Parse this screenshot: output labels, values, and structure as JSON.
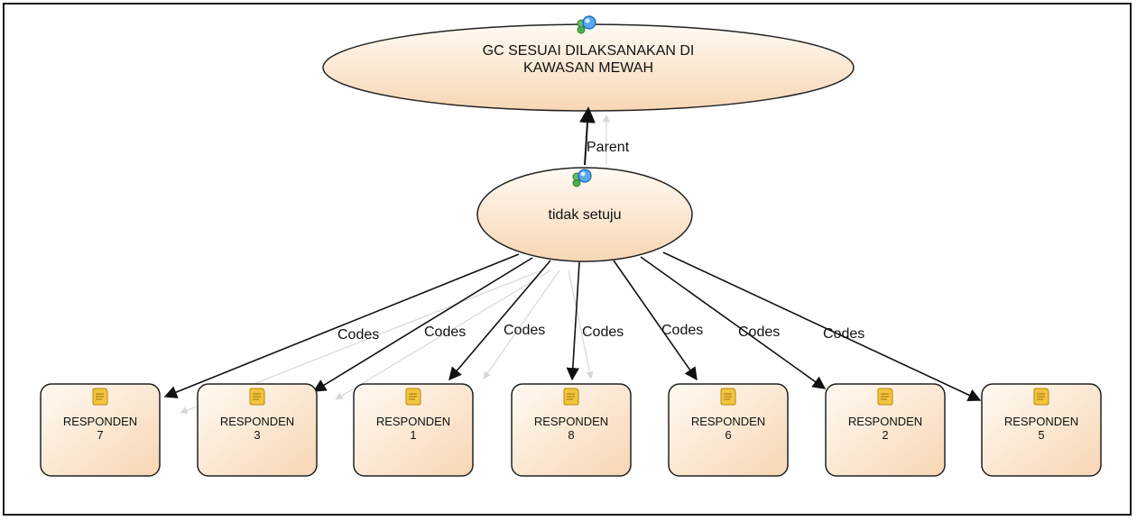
{
  "colors": {
    "node_fill_top": "#fffaf3",
    "node_fill_bottom": "#f7d6b4",
    "node_stroke": "#222222",
    "edge": "#111111",
    "ghost_edge": "#d8d8d8",
    "doc_icon": "#f2c53d"
  },
  "parent_code": {
    "label_lines": [
      "GC SESUAI DILAKSANAKAN DI",
      "KAWASAN MEWAH"
    ],
    "icon": "code-node-icon"
  },
  "child_code": {
    "label": "tidak setuju",
    "icon": "code-node-icon"
  },
  "parent_edge_label": "Parent",
  "code_edge_label": "Codes",
  "respondents": [
    {
      "name": "RESPONDEN",
      "number": "7",
      "icon": "document-icon"
    },
    {
      "name": "RESPONDEN",
      "number": "3",
      "icon": "document-icon"
    },
    {
      "name": "RESPONDEN",
      "number": "1",
      "icon": "document-icon"
    },
    {
      "name": "RESPONDEN",
      "number": "8",
      "icon": "document-icon"
    },
    {
      "name": "RESPONDEN",
      "number": "6",
      "icon": "document-icon"
    },
    {
      "name": "RESPONDEN",
      "number": "2",
      "icon": "document-icon"
    },
    {
      "name": "RESPONDEN",
      "number": "5",
      "icon": "document-icon"
    }
  ]
}
